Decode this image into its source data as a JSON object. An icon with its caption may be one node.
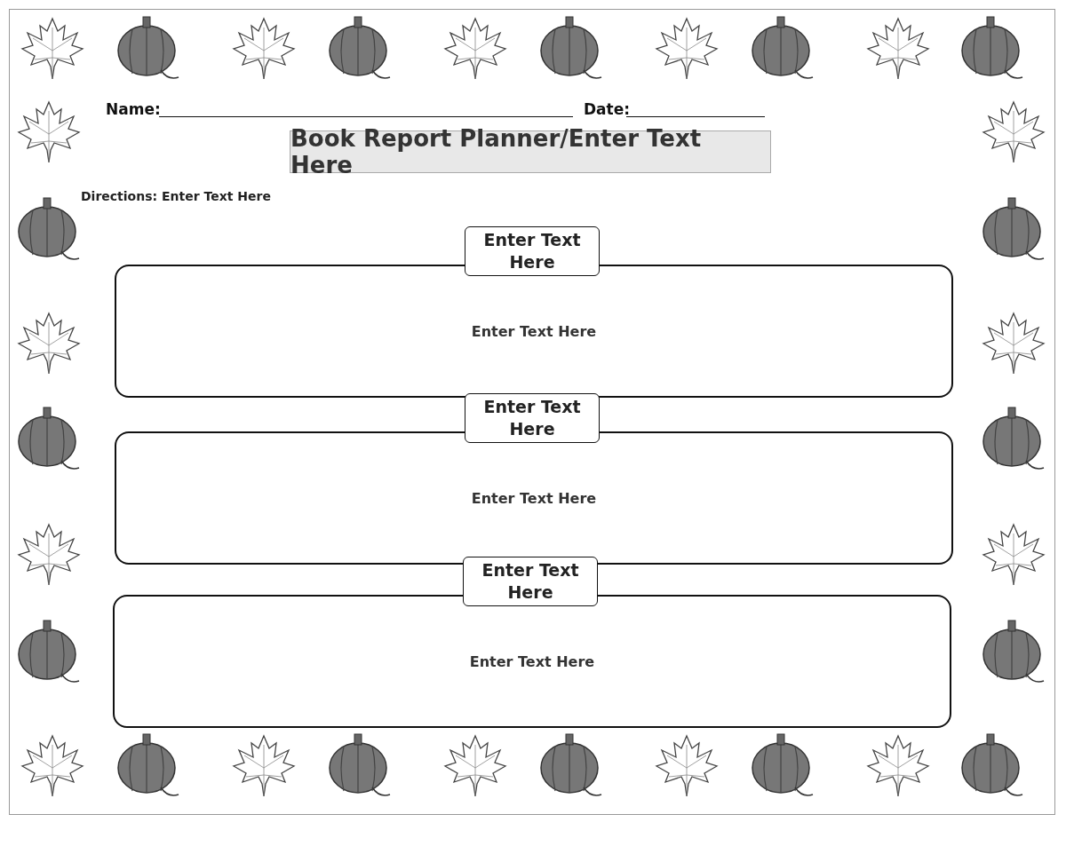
{
  "diagram": {
    "title": "Book Report Planner/Enter Text Here",
    "nodes": [
      {
        "text": [
          "Enter Text Here"
        ]
      },
      {
        "text": [
          "Enter Text Here"
        ]
      },
      {
        "text": [
          "Enter Text Here"
        ]
      },
      {
        "text": [
          "Enter Text Here"
        ]
      },
      {
        "text": [
          "Enter Text Here"
        ]
      },
      {
        "text": [
          "Enter Text Here"
        ]
      }
    ],
    "edges": [],
    "labels": [
      "Name:",
      "Date:",
      "**Directions:** Enter Text Here"
    ]
  }
}
